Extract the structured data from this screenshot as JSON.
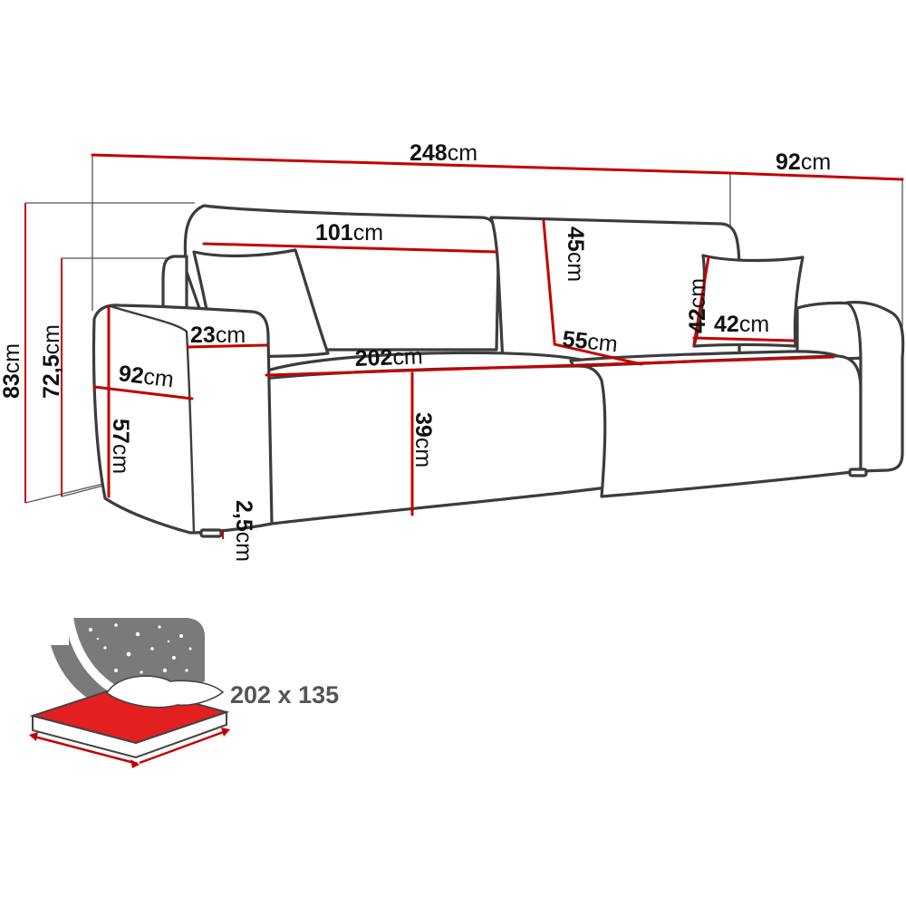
{
  "dimensions": {
    "total_width": {
      "num": "248",
      "unit": "cm"
    },
    "total_depth": {
      "num": "92",
      "unit": "cm"
    },
    "back_cushion_width": {
      "num": "101",
      "unit": "cm"
    },
    "back_cushion_height": {
      "num": "45",
      "unit": "cm"
    },
    "pillow_height": {
      "num": "42",
      "unit": "cm"
    },
    "pillow_width": {
      "num": "42",
      "unit": "cm"
    },
    "armrest_width": {
      "num": "23",
      "unit": "cm"
    },
    "seat_width": {
      "num": "202",
      "unit": "cm"
    },
    "seat_depth": {
      "num": "55",
      "unit": "cm"
    },
    "side_depth": {
      "num": "92",
      "unit": "cm"
    },
    "total_height": {
      "num": "83",
      "unit": "cm"
    },
    "back_height": {
      "num": "72,5",
      "unit": "cm"
    },
    "arm_height": {
      "num": "57",
      "unit": "cm"
    },
    "seat_height": {
      "num": "39",
      "unit": "cm"
    },
    "leg_height": {
      "num": "2,5",
      "unit": "cm"
    }
  },
  "bed": {
    "size_label": "202 x 135"
  },
  "colors": {
    "dimension_line": "#c40000",
    "outline": "#3c3c3c",
    "bed_surface": "#e41f1f",
    "bed_background": "#7a7a7a"
  },
  "icons": [
    "sofa-bed-icon",
    "stars-icon",
    "pillow-icon"
  ]
}
